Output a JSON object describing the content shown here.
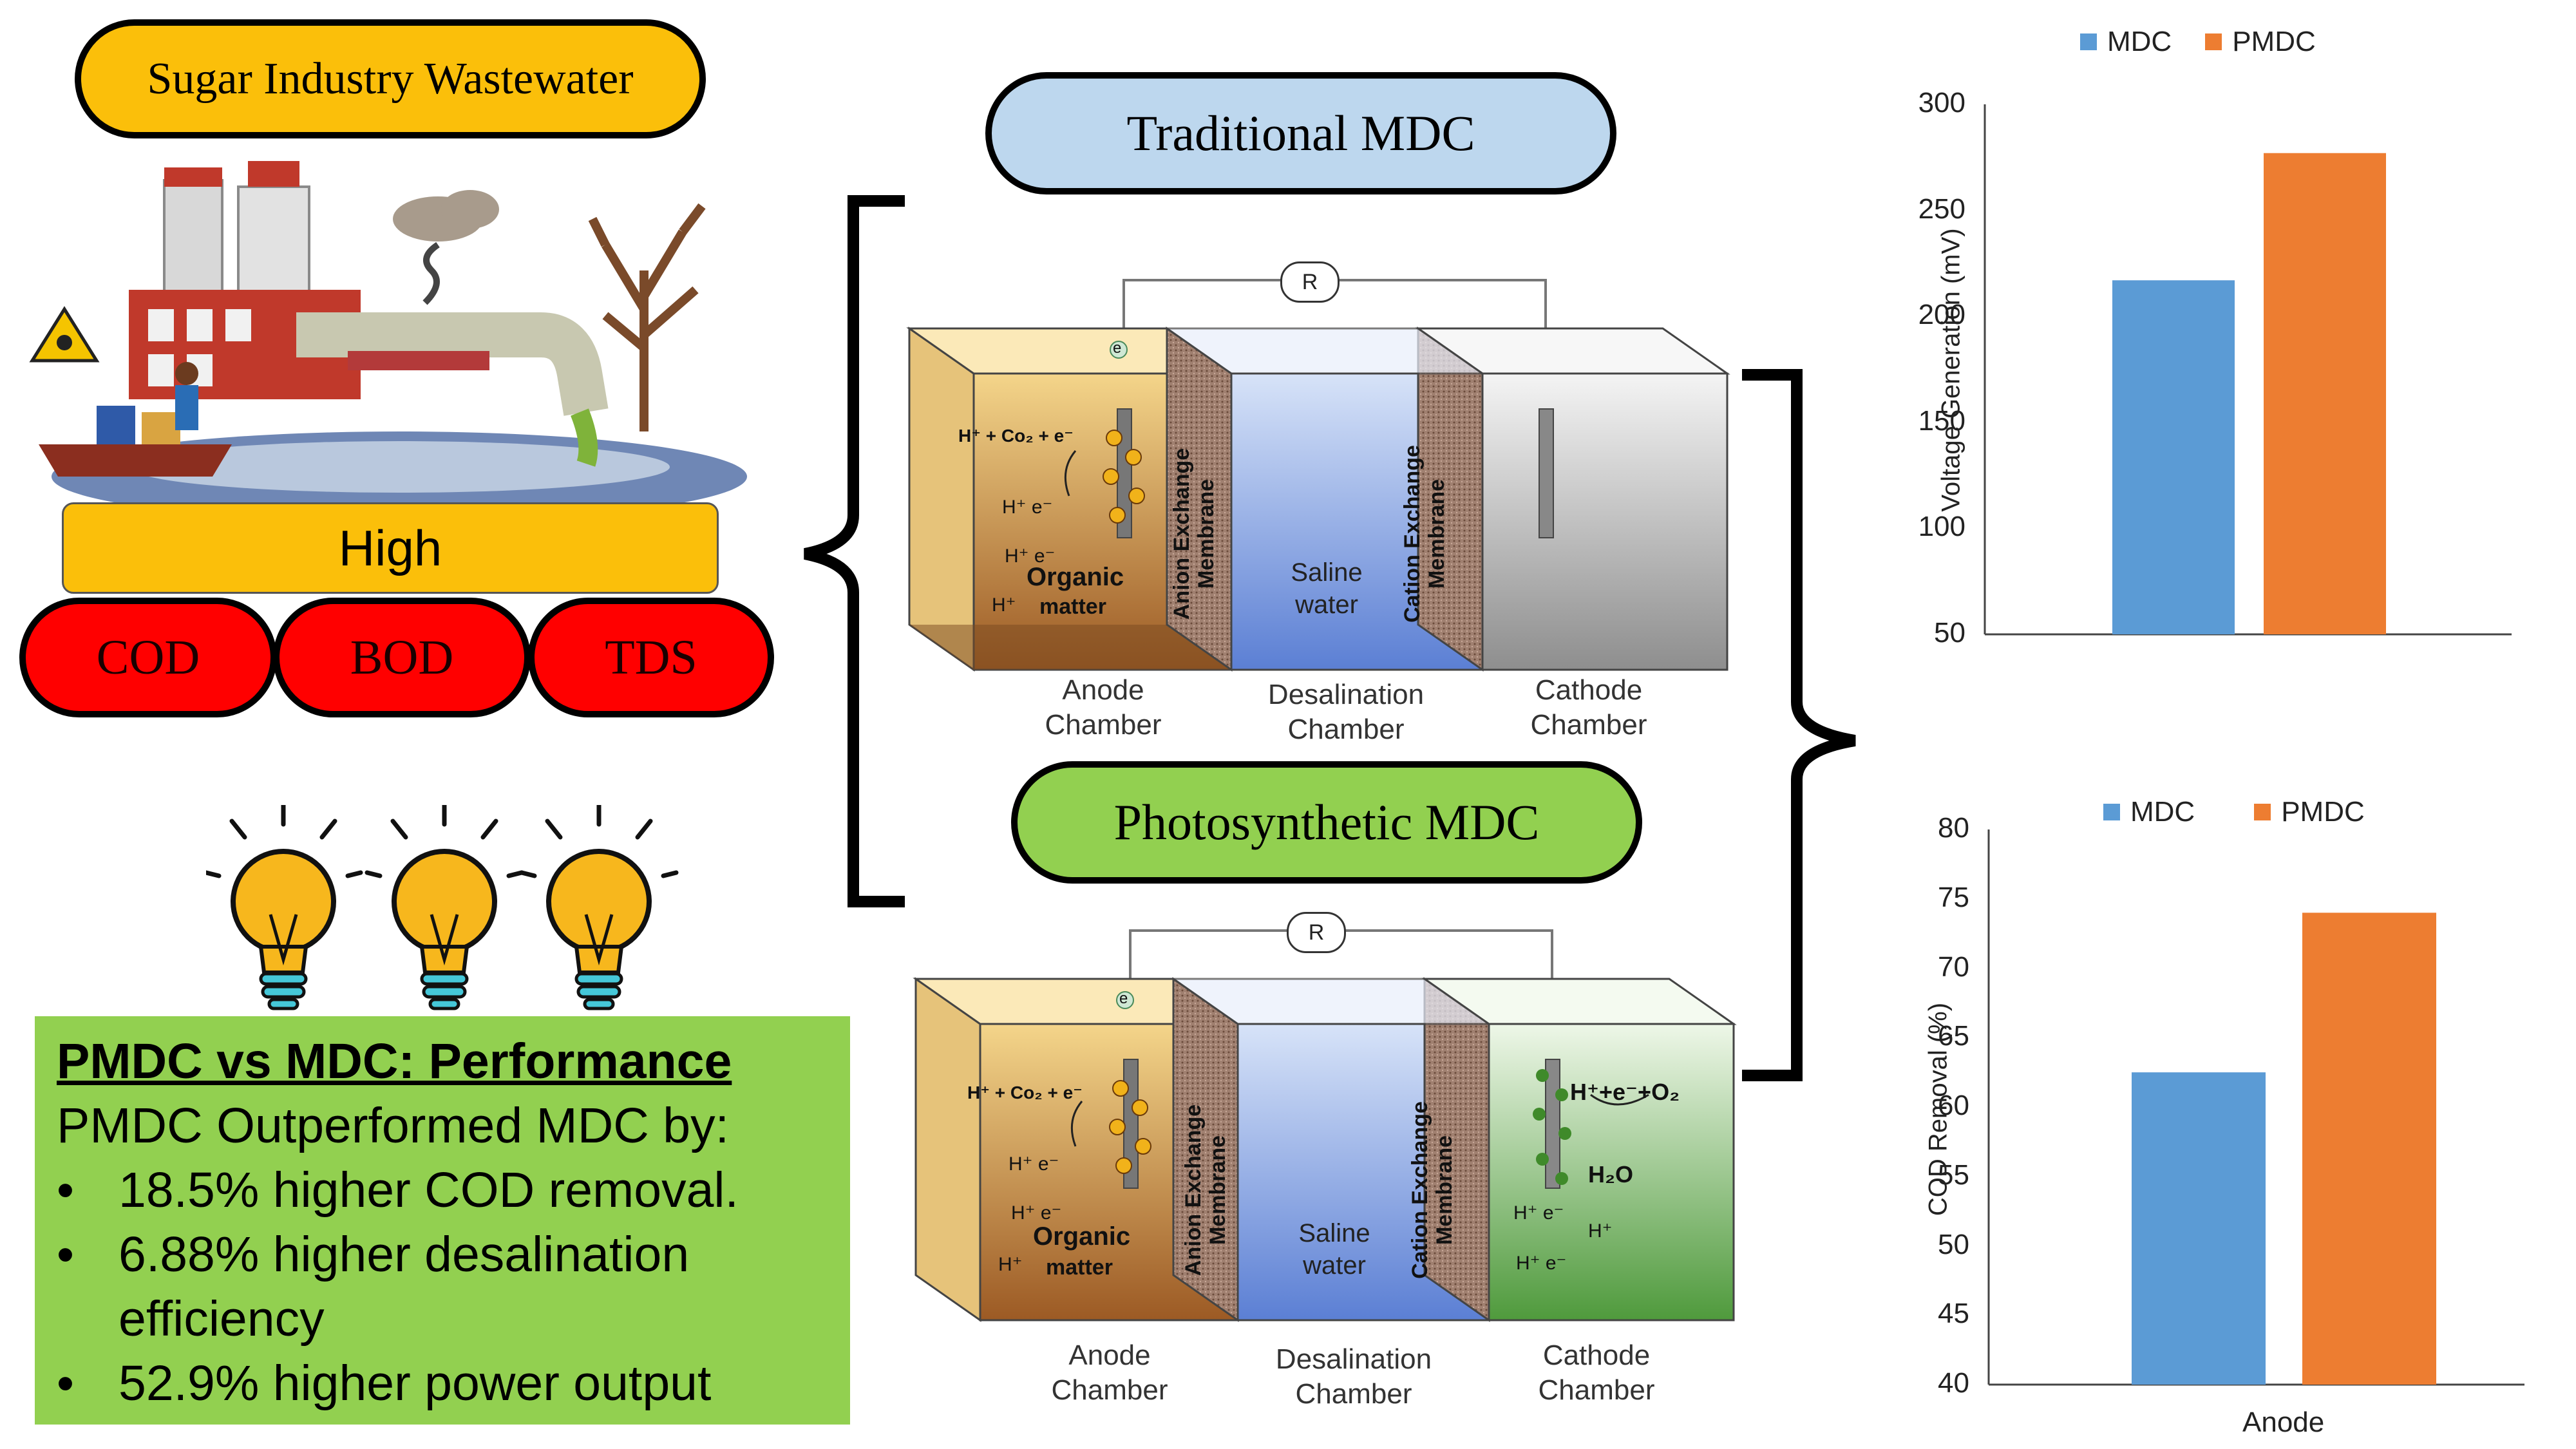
{
  "left_panel": {
    "title": "Sugar Industry Wastewater",
    "high_label": "High",
    "pollutants": [
      "COD",
      "BOD",
      "TDS"
    ]
  },
  "performance": {
    "heading": "PMDC vs MDC: Performance",
    "intro": "PMDC Outperformed MDC by:",
    "bullets": [
      "18.5% higher COD removal.",
      "6.88% higher desalination efficiency",
      "52.9% higher power output"
    ]
  },
  "traditional_mdc": {
    "title": "Traditional MDC",
    "resistor": "R",
    "electron": "e",
    "anode_reaction": "H⁺ + Co₂ + e⁻",
    "anode_species": [
      "H⁺  e⁻",
      "H⁺ e⁻",
      "H⁺"
    ],
    "organic": "Organic",
    "matter": "matter",
    "anion_membrane": [
      "Anion Exchange",
      "Membrane"
    ],
    "cation_membrane": [
      "Cation Exchange",
      "Membrane"
    ],
    "saline": [
      "Saline",
      "water"
    ],
    "chambers": [
      [
        "Anode",
        "Chamber"
      ],
      [
        "Desalination",
        "Chamber"
      ],
      [
        "Cathode",
        "Chamber"
      ]
    ]
  },
  "photosynthetic_mdc": {
    "title": "Photosynthetic MDC",
    "resistor": "R",
    "electron": "e",
    "anode_reaction": "H⁺ + Co₂ + e⁻",
    "anode_species": [
      "H⁺  e⁻",
      "H⁺ e⁻",
      "H⁺"
    ],
    "organic": "Organic",
    "matter": "matter",
    "anion_membrane": [
      "Anion Exchange",
      "Membrane"
    ],
    "cation_membrane": [
      "Cation Exchange",
      "Membrane"
    ],
    "saline": [
      "Saline",
      "water"
    ],
    "cathode_reaction": "H⁺+e⁻+O₂",
    "water": "H₂O",
    "cathode_species": [
      "H⁺  e⁻",
      "H⁺",
      "H⁺  e⁻"
    ],
    "chambers": [
      [
        "Anode",
        "Chamber"
      ],
      [
        "Desalination",
        "Chamber"
      ],
      [
        "Cathode",
        "Chamber"
      ]
    ]
  },
  "chart_data": [
    {
      "type": "bar",
      "title": "",
      "ylabel": "Voltage Generation (mV)",
      "xlabel": "",
      "categories": [
        ""
      ],
      "series": [
        {
          "name": "MDC",
          "values": [
            217
          ],
          "color": "#5b9bd5"
        },
        {
          "name": "PMDC",
          "values": [
            277
          ],
          "color": "#ed7d31"
        }
      ],
      "ylim": [
        50,
        300
      ],
      "yticks": [
        "50",
        "100",
        "150",
        "200",
        "250",
        "300"
      ],
      "legend": "top"
    },
    {
      "type": "bar",
      "title": "",
      "ylabel": "COD Removal (%)",
      "xlabel": "Anode",
      "categories": [
        "Anode"
      ],
      "series": [
        {
          "name": "MDC",
          "values": [
            62.5
          ],
          "color": "#5b9bd5"
        },
        {
          "name": "PMDC",
          "values": [
            74
          ],
          "color": "#ed7d31"
        }
      ],
      "ylim": [
        40,
        80
      ],
      "yticks": [
        "40",
        "45",
        "50",
        "55",
        "60",
        "65",
        "70",
        "75",
        "80"
      ],
      "legend": "top"
    }
  ],
  "colors": {
    "orange": "#fbbf0a",
    "blue_pill": "#bdd7ee",
    "green": "#92d050",
    "red": "#ff0000",
    "mdc_bar": "#5b9bd5",
    "pmdc_bar": "#ed7d31"
  }
}
